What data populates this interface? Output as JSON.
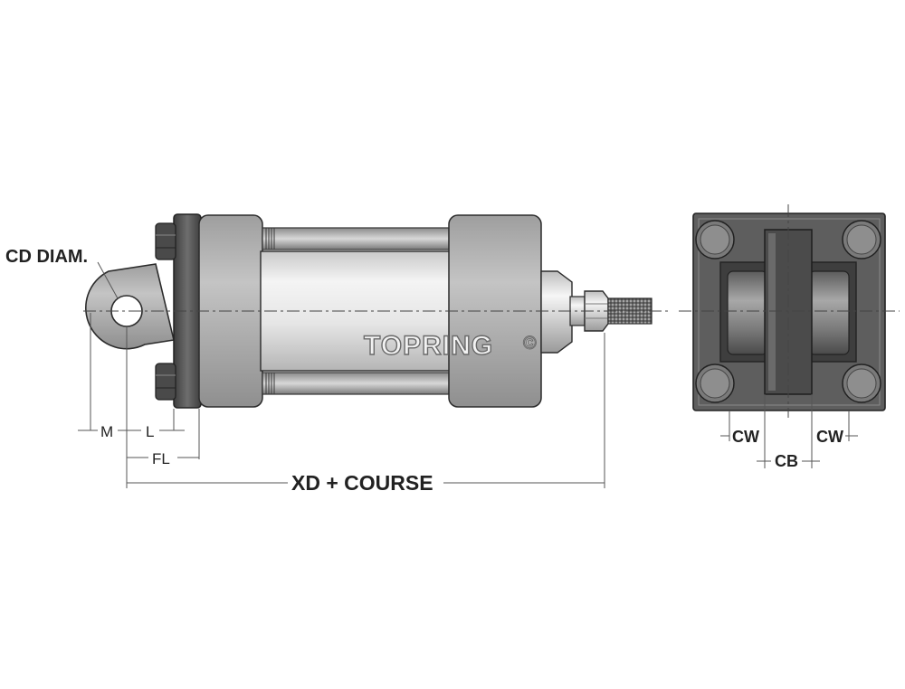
{
  "labels": {
    "cd_diam": "CD DIAM.",
    "m": "M",
    "l": "L",
    "fl": "FL",
    "xd_course": "XD + COURSE",
    "cw_left": "CW",
    "cb": "CB",
    "cw_right": "CW"
  },
  "logo": {
    "text": "TOPRING",
    "mark": "©"
  },
  "colors": {
    "body_light": "#e9e9e9",
    "cap_mid": "#bdbdbd",
    "dark": "#5a5a5a",
    "outline": "#2b2b2b",
    "line": "#555555"
  }
}
